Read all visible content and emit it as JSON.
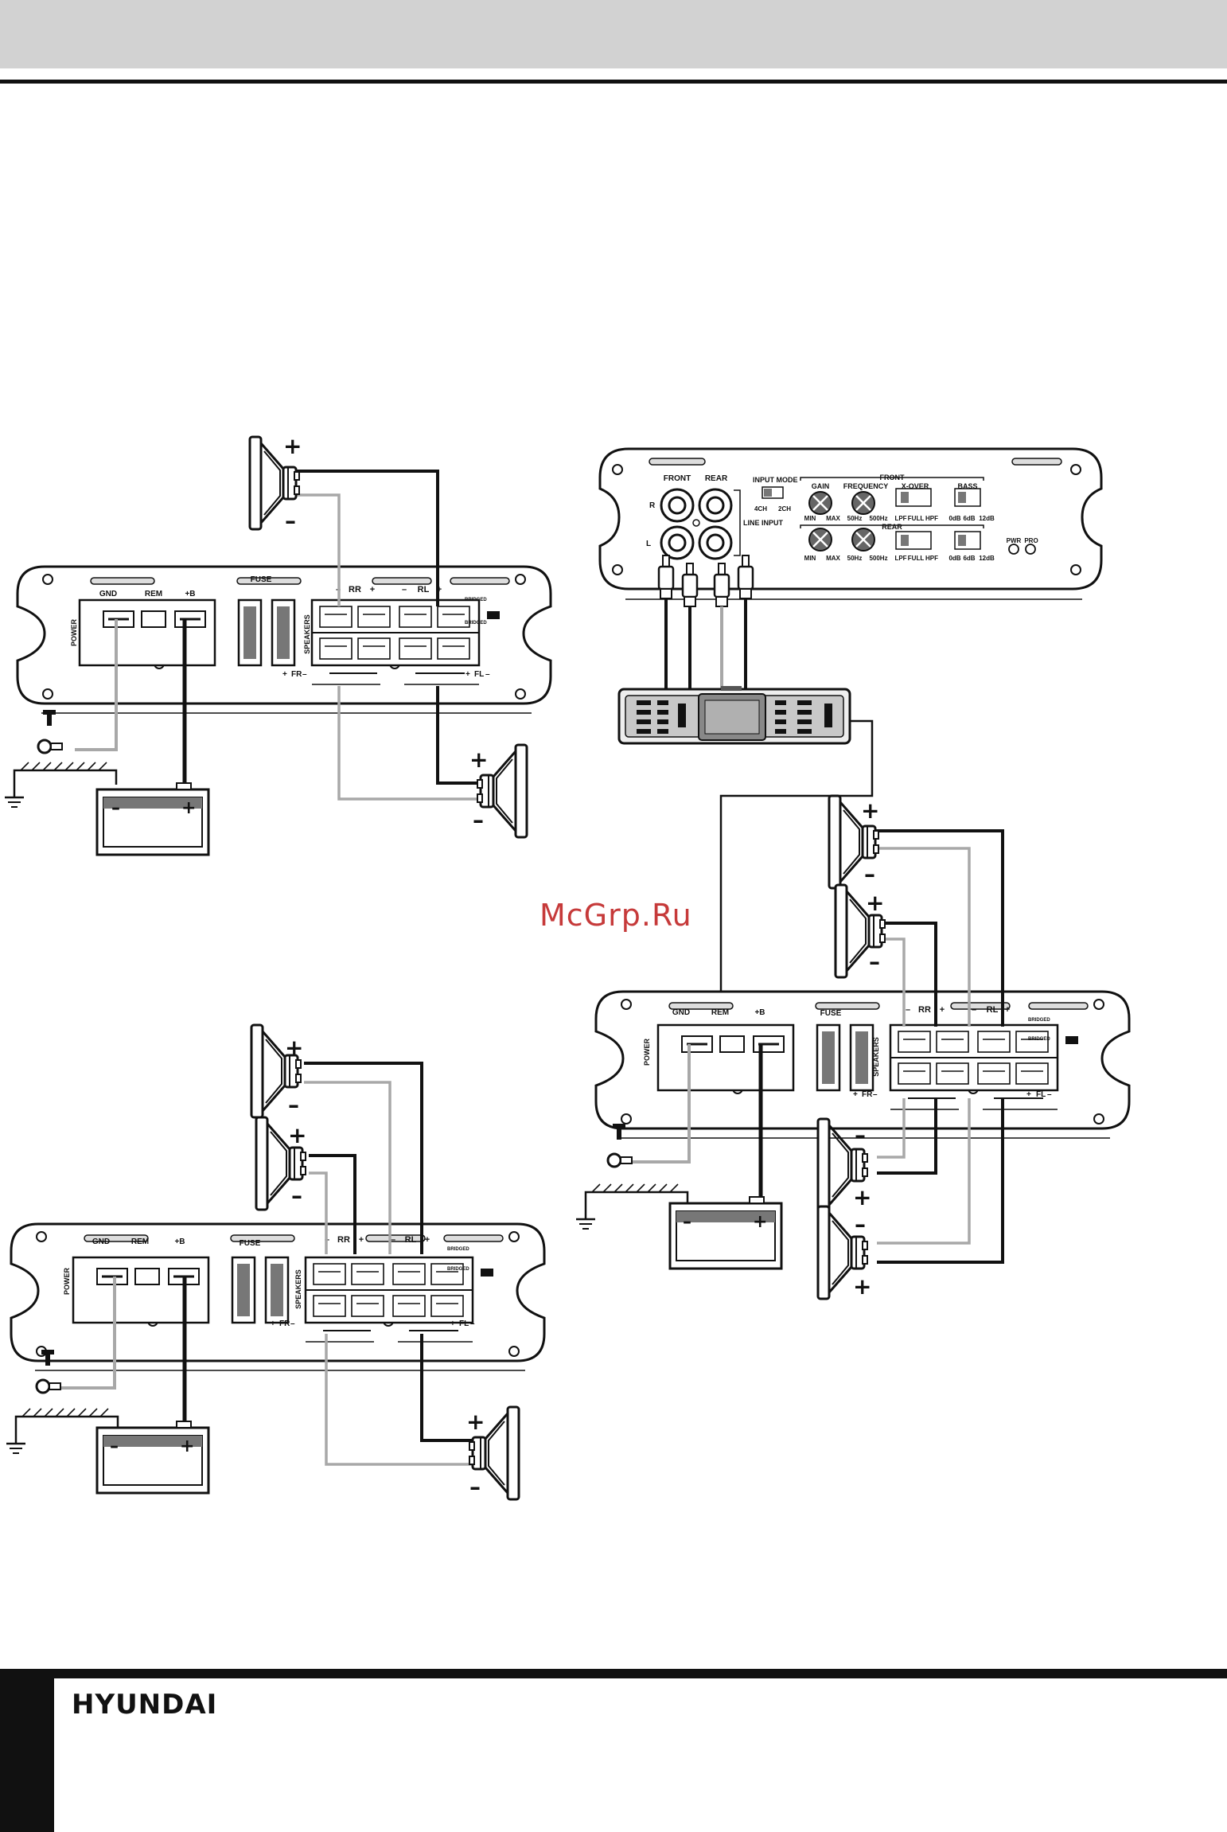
{
  "brand": "HYUNDAI",
  "watermark": "McGrp.Ru",
  "amp_labels": {
    "gnd": "GND",
    "rem": "REM",
    "b": "+B",
    "fuse": "FUSE",
    "power": "POWER",
    "speakers": "SPEAKERS",
    "rr": "RR",
    "rl": "RL",
    "fr": "FR",
    "fl": "FL",
    "bridged": "BRIDGED",
    "plus": "+",
    "minus": "–"
  },
  "control_panel": {
    "front": "FRONT",
    "rear": "REAR",
    "r": "R",
    "l": "L",
    "line_input": "LINE INPUT",
    "input_mode": "INPUT MODE",
    "ch4": "4CH",
    "ch2": "2CH",
    "front_group": "FRONT",
    "rear_group": "REAR",
    "gain": "GAIN",
    "frequency": "FREQUENCY",
    "xover": "X-OVER",
    "bass": "BASS",
    "min": "MIN",
    "max": "MAX",
    "hz50": "50Hz",
    "hz500": "500Hz",
    "lpf": "LPF",
    "full": "FULL",
    "hpf": "HPF",
    "db0": "0dB",
    "db6": "6dB",
    "db12": "12dB",
    "pwr": "PWR",
    "pro": "PRO"
  },
  "battery": {
    "minus": "–",
    "plus": "+"
  },
  "colors": {
    "wire_dark": "#111111",
    "wire_light": "#a8a8a8",
    "watermark": "#c63a3a"
  }
}
